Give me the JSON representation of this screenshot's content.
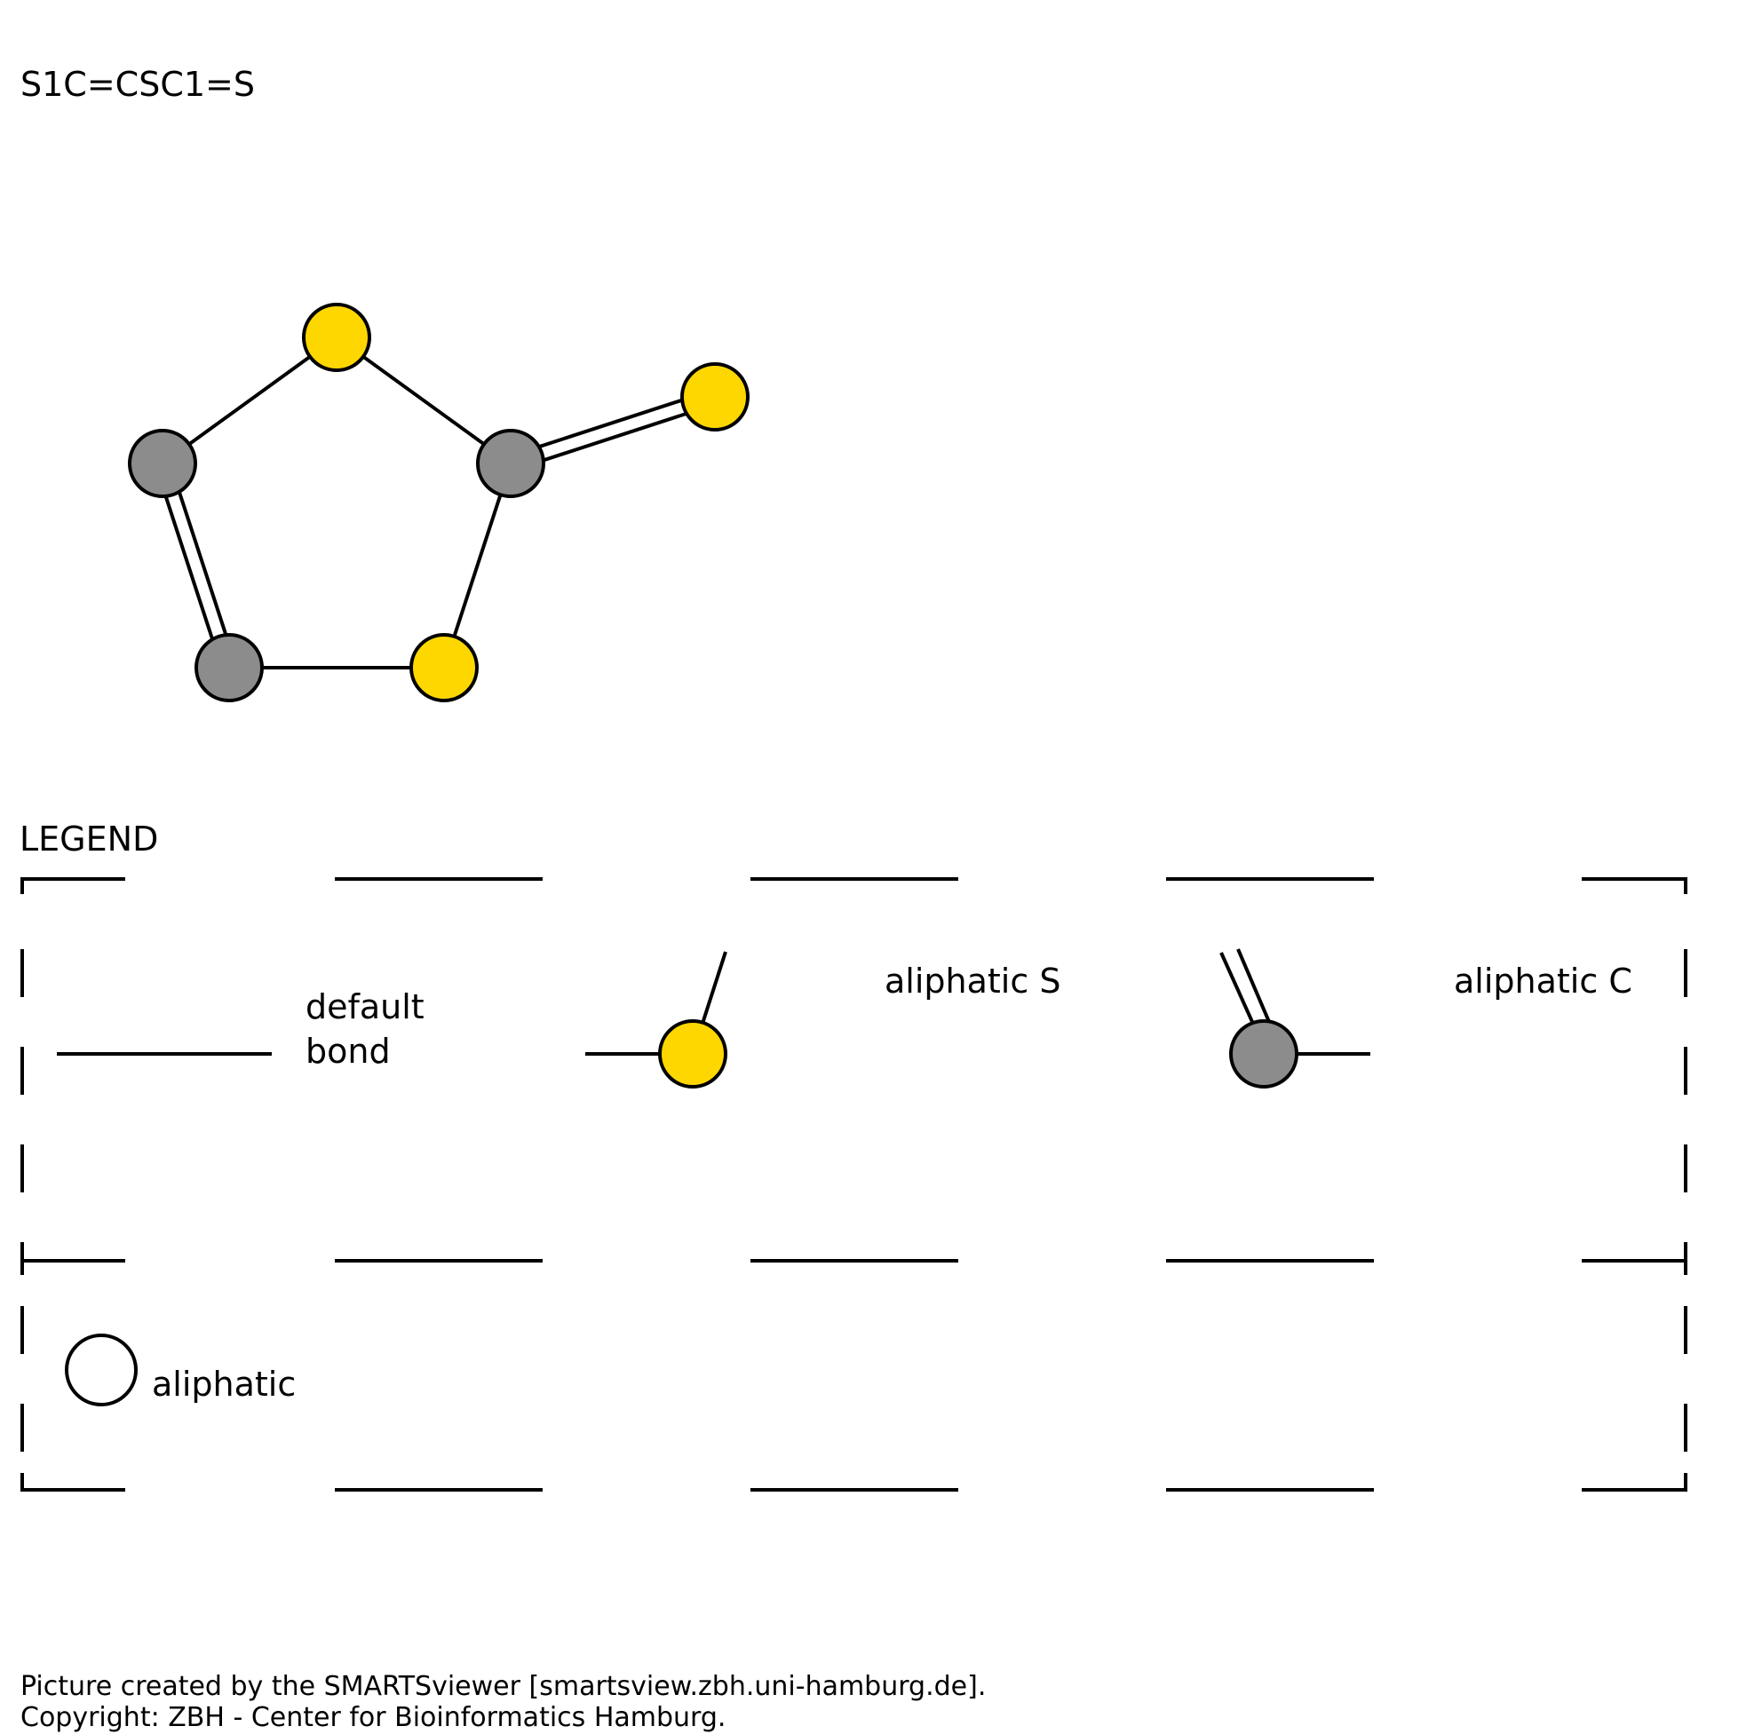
{
  "smiles": "S1C=CSC1=S",
  "molecule": {
    "atoms": [
      {
        "id": "S1",
        "element": "S"
      },
      {
        "id": "C2",
        "element": "C"
      },
      {
        "id": "C3",
        "element": "C"
      },
      {
        "id": "S4",
        "element": "S"
      },
      {
        "id": "C5",
        "element": "C"
      },
      {
        "id": "S6",
        "element": "S"
      }
    ],
    "bonds": [
      {
        "a": "S1",
        "b": "C2",
        "order": 1
      },
      {
        "a": "C2",
        "b": "C3",
        "order": 2
      },
      {
        "a": "C3",
        "b": "S4",
        "order": 1
      },
      {
        "a": "S4",
        "b": "C5",
        "order": 1
      },
      {
        "a": "C5",
        "b": "S1",
        "order": 1
      },
      {
        "a": "C5",
        "b": "S6",
        "order": 2
      }
    ]
  },
  "colors": {
    "sulfur": "#FFD700",
    "carbon": "#8C8C8C",
    "stroke": "#000000",
    "background": "#FFFFFF"
  },
  "legend": {
    "title": "LEGEND",
    "default_bond": [
      "default",
      "bond"
    ],
    "aliphatic_s": "aliphatic S",
    "aliphatic_c": "aliphatic C",
    "aliphatic": "aliphatic"
  },
  "footer": {
    "line1": "Picture created by the SMARTSviewer [smartsview.zbh.uni-hamburg.de].",
    "line2": "Copyright: ZBH - Center for Bioinformatics Hamburg."
  }
}
